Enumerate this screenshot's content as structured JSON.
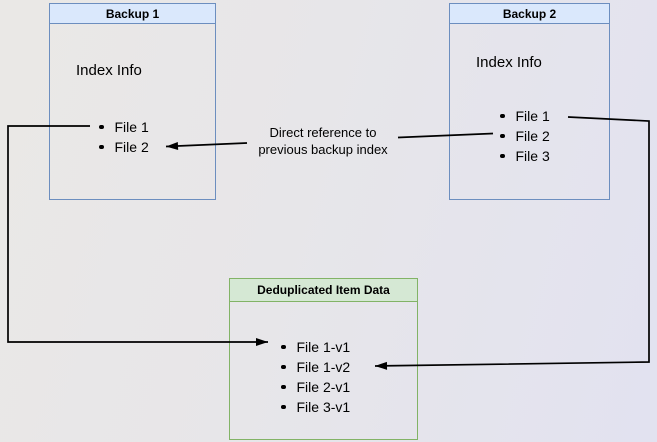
{
  "diagram": {
    "backup1": {
      "title": "Backup 1",
      "subtitle": "Index Info",
      "files": [
        "File 1",
        "File 2"
      ]
    },
    "backup2": {
      "title": "Backup 2",
      "subtitle": "Index Info",
      "files": [
        "File 1",
        "File 2",
        "File 3"
      ]
    },
    "dedup": {
      "title": "Deduplicated Item Data",
      "files": [
        "File 1-v1",
        "File 1-v2",
        "File 2-v1",
        "File 3-v1"
      ]
    },
    "annotation": {
      "line1": "Direct reference to",
      "line2": "previous backup index"
    },
    "colors": {
      "blue_header_fill": "#dae8fc",
      "blue_border": "#6c8ebf",
      "green_header_fill": "#d5e8d4",
      "green_border": "#82b366",
      "arrow": "#000000",
      "text": "#000000"
    }
  }
}
